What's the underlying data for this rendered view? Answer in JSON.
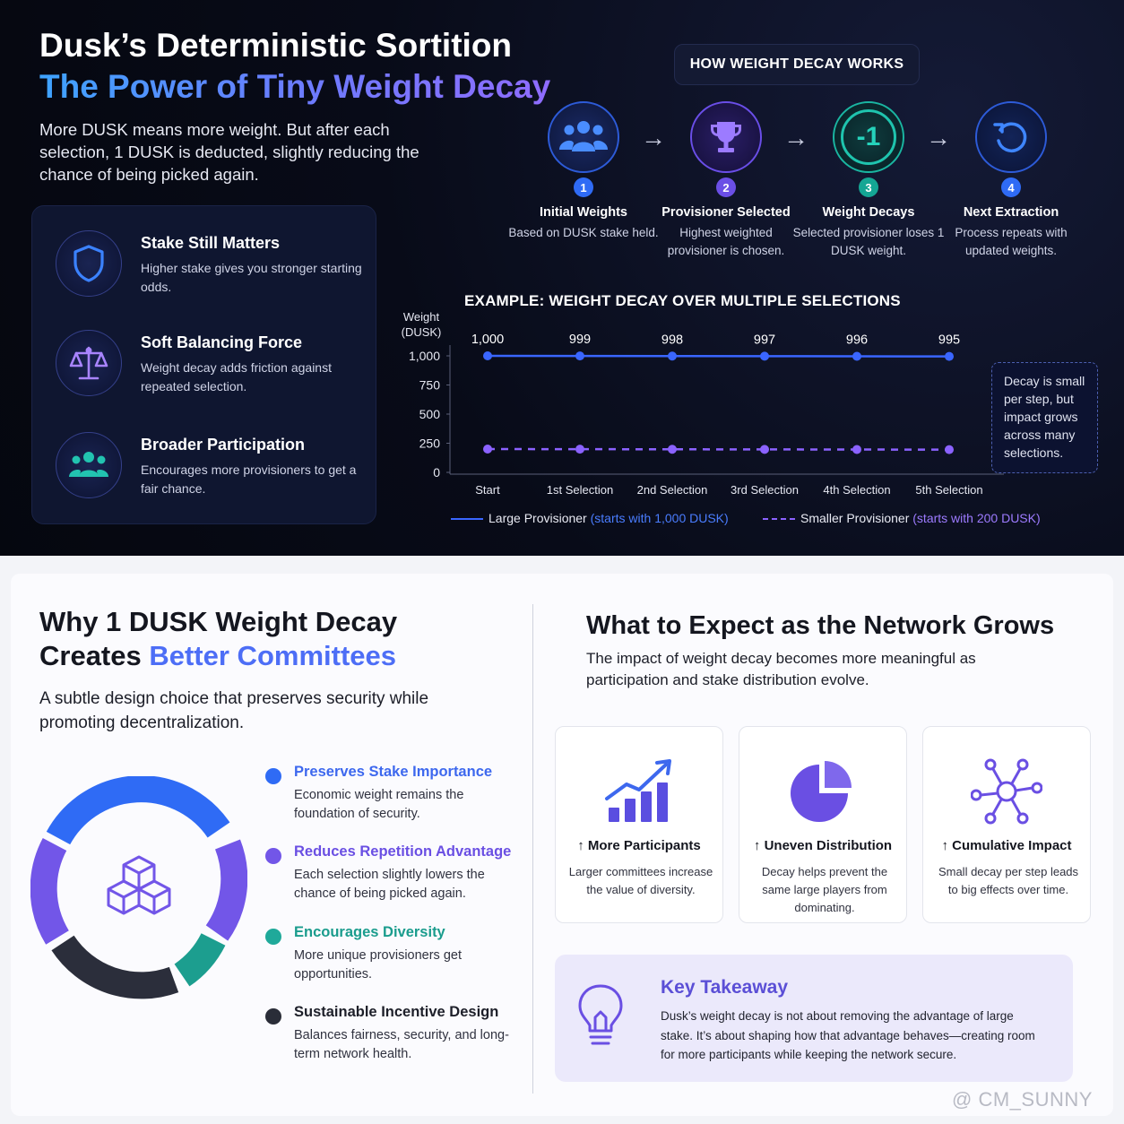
{
  "header": {
    "title_line1": "Dusk’s Deterministic Sortition",
    "title_line2": "The Power of Tiny Weight Decay",
    "intro": "More DUSK means more weight. But after each selection, 1 DUSK is deducted, slightly reducing the chance of being picked again."
  },
  "features": [
    {
      "icon": "shield-icon",
      "title": "Stake Still Matters",
      "text": "Higher stake gives you stronger starting odds."
    },
    {
      "icon": "scale-icon",
      "title": "Soft Balancing Force",
      "text": "Weight decay adds friction against repeated selection."
    },
    {
      "icon": "people-icon",
      "title": "Broader Participation",
      "text": "Encourages more provisioners to get a fair chance."
    }
  ],
  "how": {
    "label": "HOW WEIGHT DECAY WORKS",
    "steps": [
      {
        "num": "1",
        "title": "Initial Weights",
        "text": "Based on DUSK stake held.",
        "icon": "group-icon"
      },
      {
        "num": "2",
        "title": "Provisioner Selected",
        "text": "Highest weighted provisioner is chosen.",
        "icon": "trophy-icon"
      },
      {
        "num": "3",
        "title": "Weight Decays",
        "text": "Selected provisioner loses 1 DUSK weight.",
        "icon": "minus-one-icon",
        "icon_text": "-1"
      },
      {
        "num": "4",
        "title": "Next Extraction",
        "text": "Process repeats with updated weights.",
        "icon": "refresh-icon"
      }
    ]
  },
  "chart_data": {
    "type": "line",
    "title": "EXAMPLE: WEIGHT DECAY OVER MULTIPLE SELECTIONS",
    "ylabel": "Weight (DUSK)",
    "ylabel_lines": [
      "Weight",
      "(DUSK)"
    ],
    "xlabel": "",
    "categories": [
      "Start",
      "1st Selection",
      "2nd Selection",
      "3rd Selection",
      "4th Selection",
      "5th Selection"
    ],
    "ylim": [
      0,
      1000
    ],
    "yticks": [
      0,
      250,
      500,
      750,
      1000
    ],
    "ytick_labels": [
      "0",
      "250",
      "500",
      "750",
      "1,000"
    ],
    "series": [
      {
        "name": "Large Provisioner",
        "note": "(starts with 1,000 DUSK)",
        "values": [
          1000,
          999,
          998,
          997,
          996,
          995
        ],
        "data_labels": [
          "1,000",
          "999",
          "998",
          "997",
          "996",
          "995"
        ],
        "color": "#3a66ff",
        "style": "solid"
      },
      {
        "name": "Smaller Provisioner",
        "note": "(starts with 200 DUSK)",
        "values": [
          200,
          199,
          198,
          197,
          196,
          195
        ],
        "data_labels": [],
        "color": "#8b62ff",
        "style": "dashed"
      }
    ],
    "annotation": "Decay is small per step, but impact grows across many selections.",
    "legend_position": "bottom"
  },
  "left": {
    "title_line1": "Why 1 DUSK Weight Decay",
    "title_line2_plain": "Creates ",
    "title_line2_accent": "Better Committees",
    "subtitle": "A subtle design choice that preserves security while promoting decentralization.",
    "center_icon": "cubes-icon",
    "bullets": [
      {
        "title": "Preserves Stake Importance",
        "text": "Economic weight remains the foundation of security.",
        "color": "#2f6bf5"
      },
      {
        "title": "Reduces Repetition Advantage",
        "text": "Each selection slightly lowers the chance of being picked again.",
        "color": "#7256e8"
      },
      {
        "title": "Encourages Diversity",
        "text": "More unique provisioners get opportunities.",
        "color": "#1fa99a"
      },
      {
        "title": "Sustainable Incentive Design",
        "text": "Balances fairness, security, and long-term network health.",
        "color": "#2a2d38"
      }
    ]
  },
  "right": {
    "title": "What to Expect as the Network Grows",
    "subtitle": "The impact of weight decay becomes more meaningful as participation and stake distribution evolve.",
    "cards": [
      {
        "icon": "growth-chart-icon",
        "title": "↑ More Participants",
        "text": "Larger committees increase the value of diversity."
      },
      {
        "icon": "pie-chart-icon",
        "title": "↑ Uneven Distribution",
        "text": "Decay helps prevent the same large players from dominating."
      },
      {
        "icon": "network-icon",
        "title": "↑ Cumulative Impact",
        "text": "Small decay per step leads to big effects over time."
      }
    ],
    "takeaway_title": "Key Takeaway",
    "takeaway_text": "Dusk’s weight decay is not about removing the advantage of large stake. It’s about shaping how that advantage behaves—creating room for more participants while keeping the network secure."
  },
  "watermark": "@ CM_SUNNY"
}
